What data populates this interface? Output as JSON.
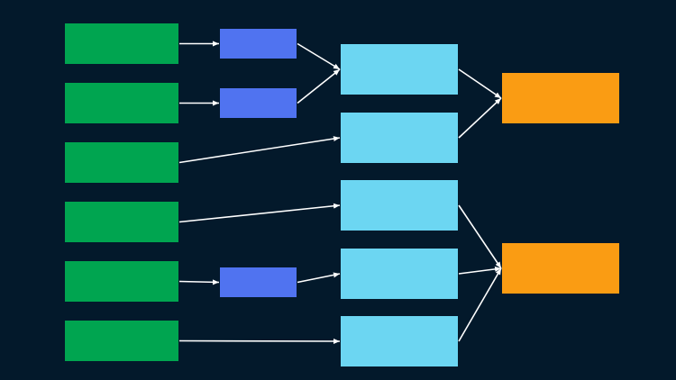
{
  "background": "#03192b",
  "edge_color": "#ffffff",
  "colors": {
    "input": "#00a550",
    "middle": "#5073f0",
    "stage": "#6cd6f2",
    "output": "#fa9c13"
  },
  "nodes": [
    {
      "id": "input-1",
      "kind": "input"
    },
    {
      "id": "input-2",
      "kind": "input"
    },
    {
      "id": "input-3",
      "kind": "input"
    },
    {
      "id": "input-4",
      "kind": "input"
    },
    {
      "id": "input-5",
      "kind": "input"
    },
    {
      "id": "input-6",
      "kind": "input"
    },
    {
      "id": "middle-1",
      "kind": "middle"
    },
    {
      "id": "middle-2",
      "kind": "middle"
    },
    {
      "id": "middle-3",
      "kind": "middle"
    },
    {
      "id": "stage-1",
      "kind": "stage"
    },
    {
      "id": "stage-2",
      "kind": "stage"
    },
    {
      "id": "stage-3",
      "kind": "stage"
    },
    {
      "id": "stage-4",
      "kind": "stage"
    },
    {
      "id": "stage-5",
      "kind": "stage"
    },
    {
      "id": "output-1",
      "kind": "output"
    },
    {
      "id": "output-2",
      "kind": "output"
    }
  ],
  "edges": [
    {
      "from": "input-1",
      "to": "middle-1"
    },
    {
      "from": "input-2",
      "to": "middle-2"
    },
    {
      "from": "middle-1",
      "to": "stage-1"
    },
    {
      "from": "middle-2",
      "to": "stage-1"
    },
    {
      "from": "input-3",
      "to": "stage-2"
    },
    {
      "from": "input-4",
      "to": "stage-3"
    },
    {
      "from": "input-5",
      "to": "middle-3"
    },
    {
      "from": "middle-3",
      "to": "stage-4"
    },
    {
      "from": "input-6",
      "to": "stage-5"
    },
    {
      "from": "stage-1",
      "to": "output-1"
    },
    {
      "from": "stage-2",
      "to": "output-1"
    },
    {
      "from": "stage-3",
      "to": "output-2"
    },
    {
      "from": "stage-4",
      "to": "output-2"
    },
    {
      "from": "stage-5",
      "to": "output-2"
    }
  ]
}
